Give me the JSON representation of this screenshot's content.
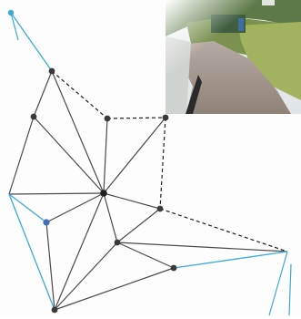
{
  "graph": {
    "nodes": [
      {
        "id": "tl",
        "kind": "blue-tip"
      },
      {
        "id": "n1",
        "kind": "dark"
      },
      {
        "id": "n2",
        "kind": "dark"
      },
      {
        "id": "n3",
        "kind": "dark"
      },
      {
        "id": "n4",
        "kind": "dark"
      },
      {
        "id": "n5",
        "kind": "hub"
      },
      {
        "id": "n6",
        "kind": "blue"
      },
      {
        "id": "n7",
        "kind": "dark"
      },
      {
        "id": "n8",
        "kind": "dark"
      },
      {
        "id": "n9",
        "kind": "dark"
      },
      {
        "id": "n10",
        "kind": "dark"
      },
      {
        "id": "lm",
        "kind": "blue-edge"
      },
      {
        "id": "rb",
        "kind": "blue-edge"
      }
    ],
    "edges": [
      {
        "from": "tl",
        "to": "n1",
        "style": "blue"
      },
      {
        "from": "n1",
        "to": "n2",
        "style": "solid"
      },
      {
        "from": "n1",
        "to": "n3",
        "style": "dashed"
      },
      {
        "from": "n3",
        "to": "n4",
        "style": "dashed"
      },
      {
        "from": "n2",
        "to": "n5",
        "style": "solid"
      },
      {
        "from": "n1",
        "to": "n5",
        "style": "solid"
      },
      {
        "from": "n3",
        "to": "n5",
        "style": "solid"
      },
      {
        "from": "n4",
        "to": "n5",
        "style": "solid"
      },
      {
        "from": "n4",
        "to": "n7",
        "style": "dashed"
      },
      {
        "from": "n2",
        "to": "lm",
        "style": "solid"
      },
      {
        "from": "lm",
        "to": "n5",
        "style": "solid"
      },
      {
        "from": "lm",
        "to": "n6",
        "style": "blue"
      },
      {
        "from": "n6",
        "to": "n5",
        "style": "solid"
      },
      {
        "from": "n5",
        "to": "n7",
        "style": "solid"
      },
      {
        "from": "n5",
        "to": "n8",
        "style": "solid"
      },
      {
        "from": "n5",
        "to": "n10",
        "style": "solid"
      },
      {
        "from": "n7",
        "to": "n8",
        "style": "solid"
      },
      {
        "from": "n7",
        "to": "rb",
        "style": "dashed"
      },
      {
        "from": "n8",
        "to": "rb",
        "style": "solid"
      },
      {
        "from": "n8",
        "to": "n9",
        "style": "solid"
      },
      {
        "from": "n8",
        "to": "n10",
        "style": "solid"
      },
      {
        "from": "n9",
        "to": "rb",
        "style": "blue"
      },
      {
        "from": "n9",
        "to": "n10",
        "style": "solid"
      },
      {
        "from": "n6",
        "to": "n10",
        "style": "solid"
      },
      {
        "from": "lm",
        "to": "n10",
        "style": "blue"
      }
    ]
  },
  "photo": {
    "subject": "street-scene-photo"
  },
  "colors": {
    "edge": "#4a4a4a",
    "node": "#3a3a3a",
    "hub": "#222222",
    "blue": "#3aa9de",
    "dashed": "#1e1e1e",
    "grass": "#7e9d58",
    "hedge": "#96a85a",
    "road": "#9c8f84",
    "sky": "#e8ecef"
  }
}
